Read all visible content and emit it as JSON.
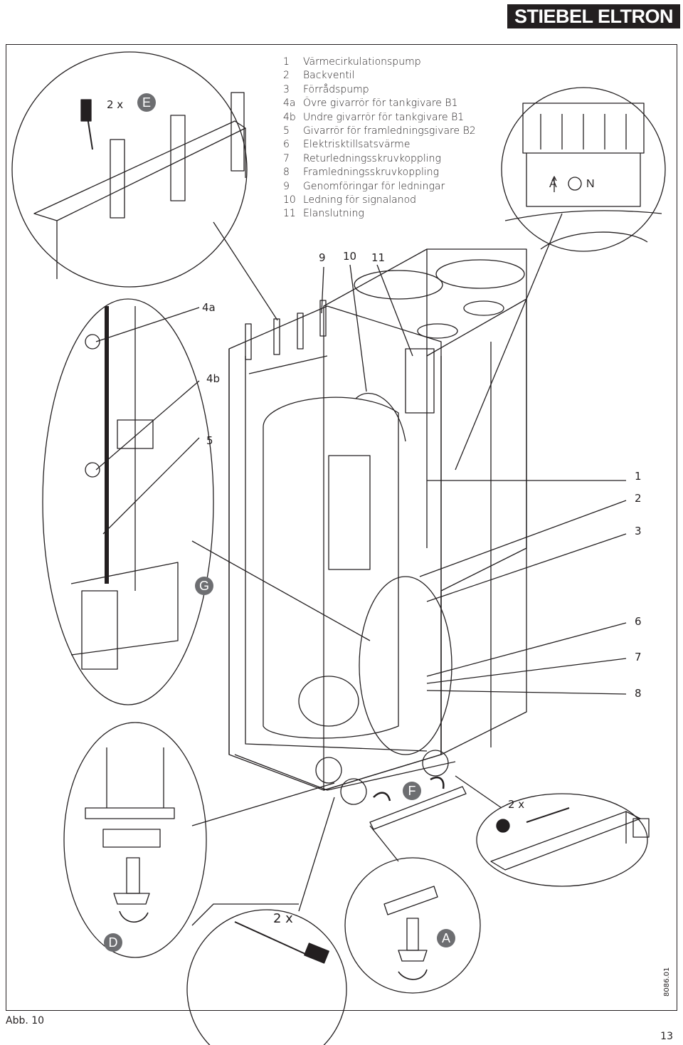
{
  "brand": "STIEBEL ELTRON",
  "legend": [
    {
      "num": "1",
      "text": "Värmecirkulationspump"
    },
    {
      "num": "2",
      "text": "Backventil"
    },
    {
      "num": "3",
      "text": "Förrådspump"
    },
    {
      "num": "4a",
      "text": "Övre givarrör för tankgivare B1"
    },
    {
      "num": "4b",
      "text": "Undre givarrör för tankgivare B1"
    },
    {
      "num": "5",
      "text": "Givarrör för framledningsgivare B2"
    },
    {
      "num": "6",
      "text": "Elektrisktillsatsvärme"
    },
    {
      "num": "7",
      "text": "Returledningsskruvkoppling"
    },
    {
      "num": "8",
      "text": "Framledningsskruvkoppling"
    },
    {
      "num": "9",
      "text": "Genomföringar för ledningar"
    },
    {
      "num": "10",
      "text": "Ledning för signalanod"
    },
    {
      "num": "11",
      "text": "Elanslutning"
    }
  ],
  "callouts": {
    "c9": "9",
    "c10": "10",
    "c11": "11",
    "c4a": "4a",
    "c4b": "4b",
    "c5": "5",
    "c1": "1",
    "c2": "2",
    "c3": "3",
    "c6": "6",
    "c7": "7",
    "c8": "8"
  },
  "markers": {
    "E": "E",
    "G": "G",
    "F": "F",
    "D": "D",
    "A": "A"
  },
  "counts": {
    "top": "2 x",
    "right": "2 x",
    "bottom": "2 x"
  },
  "valve_label": {
    "a": "A",
    "n": "N"
  },
  "caption": "Abb. 10",
  "doc_number": "8086.01",
  "page_number": "13"
}
